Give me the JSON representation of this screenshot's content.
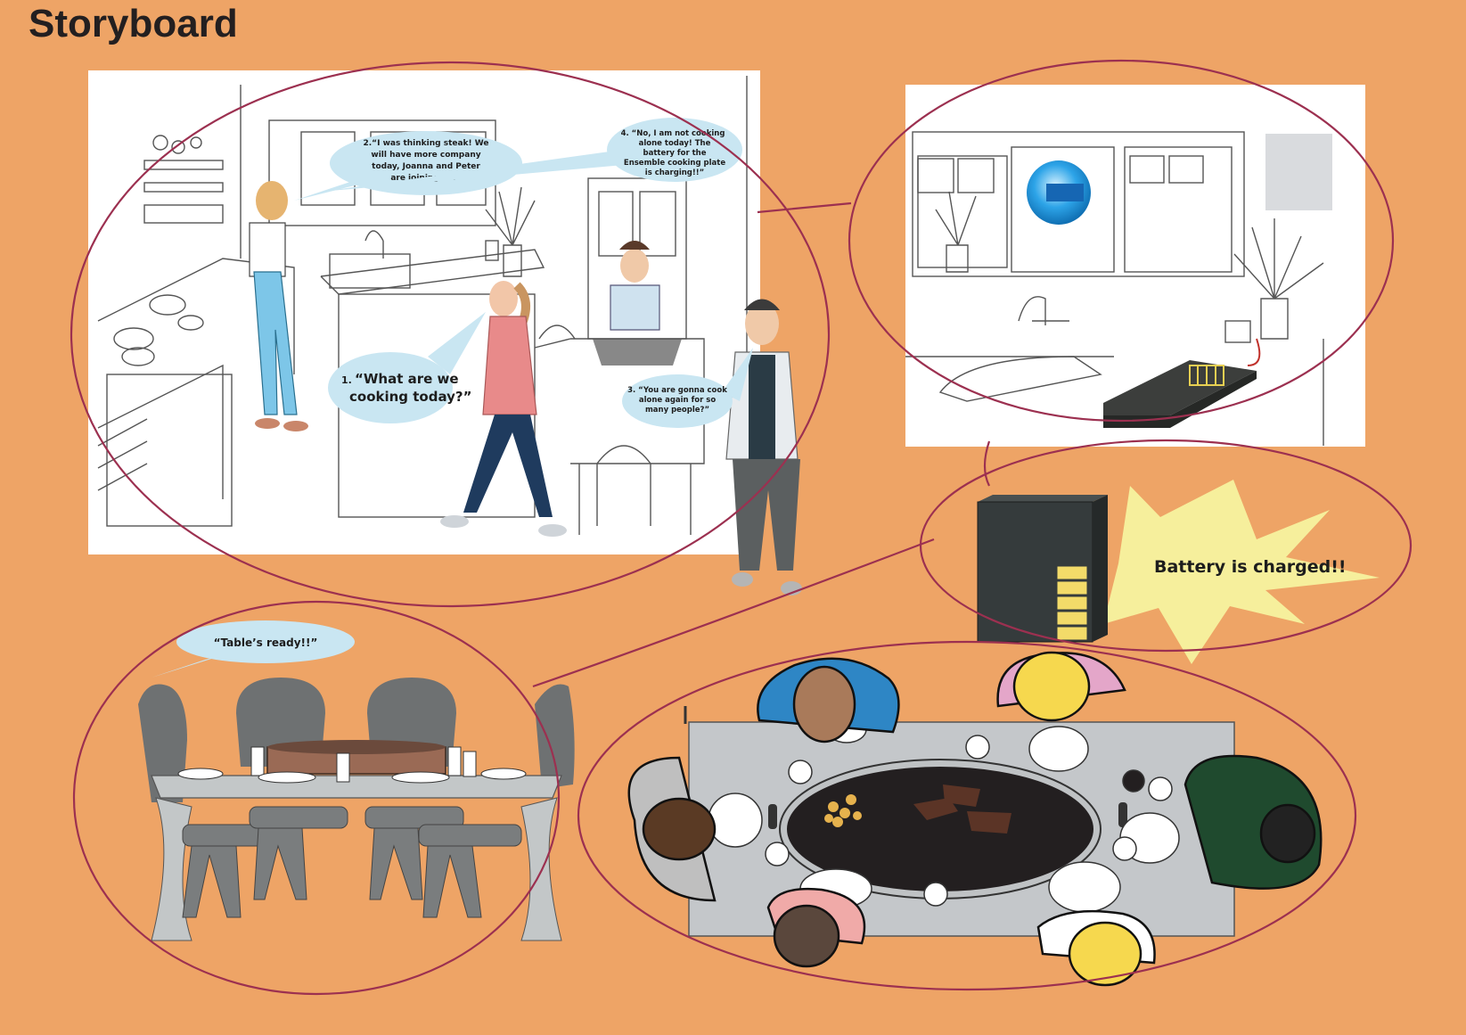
{
  "page": {
    "title": "Storyboard",
    "background_color": "#eea466",
    "accent_ellipse_color": "#9c3050"
  },
  "scene_kitchen": {
    "bubble_1": {
      "number": "1.",
      "line1": "“What are we",
      "line2": "cooking today?”"
    },
    "bubble_2": {
      "line1": "2.“I was thinking steak! We",
      "line2": "will have more company",
      "line3": "today, Joanna and Peter",
      "line4": "are joining us!”"
    },
    "bubble_3": {
      "line1": "3. “You are gonna cook",
      "line2": "alone again for so",
      "line3": "many people?”"
    },
    "bubble_4": {
      "line1": "4.  “No, I am not cooking",
      "line2": "alone today! The",
      "line3": "battery for the",
      "line4": "Ensemble cooking plate",
      "line5": "is charging!!”"
    }
  },
  "scene_battery": {
    "callout": "Battery is charged!!",
    "battery_color": "#353b3c",
    "charge_cell_color": "#f3db69",
    "charge_level": "5 of 5"
  },
  "scene_table": {
    "bubble": "“Table’s ready!!”"
  },
  "icons": {
    "battery": "battery-icon",
    "cooking_plate": "cooking-plate-icon",
    "indicator_light": "indicator-light-icon"
  }
}
